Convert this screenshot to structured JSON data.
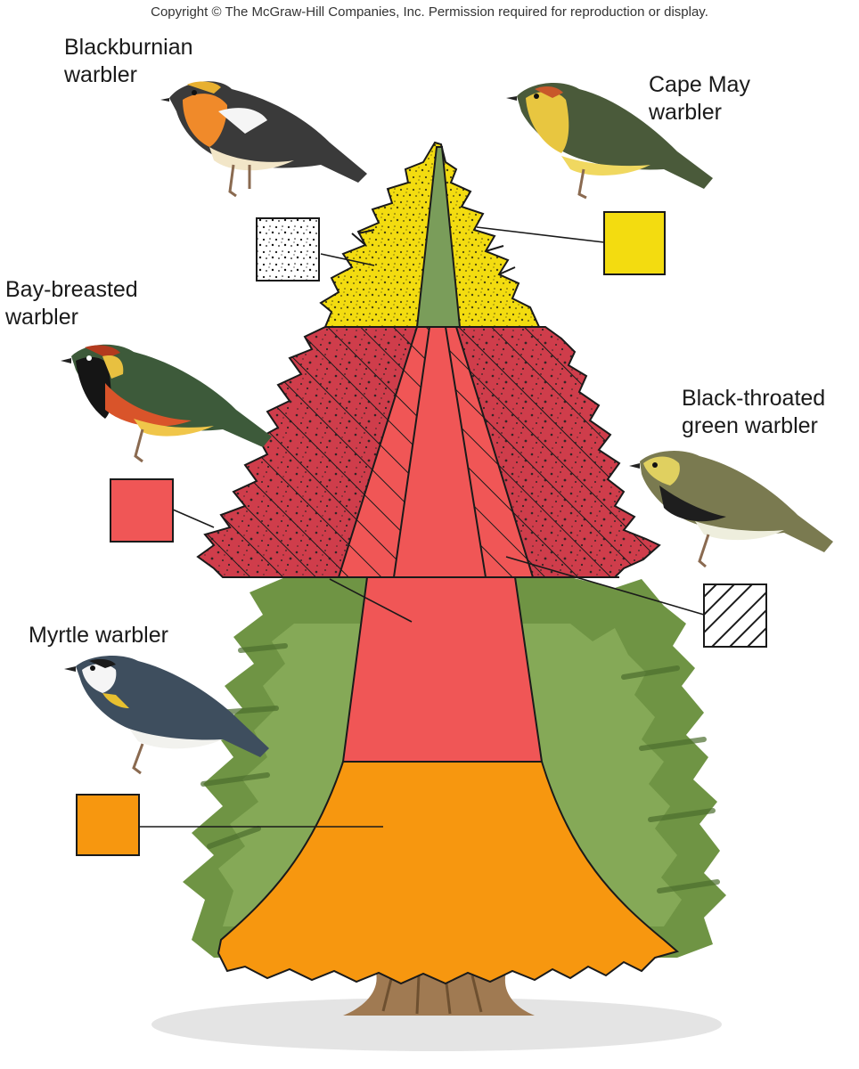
{
  "copyright": "Copyright © The McGraw-Hill Companies, Inc. Permission required for reproduction or display.",
  "birds": {
    "blackburnian": {
      "line1": "Blackburnian",
      "line2": "warbler",
      "icon": "blackburnian-warbler-icon"
    },
    "cape_may": {
      "line1": "Cape May",
      "line2": "warbler",
      "icon": "cape-may-warbler-icon"
    },
    "bay_breasted": {
      "line1": "Bay-breasted",
      "line2": "warbler",
      "icon": "bay-breasted-warbler-icon"
    },
    "black_throated_green": {
      "line1": "Black-throated",
      "line2": "green warbler",
      "icon": "black-throated-green-warbler-icon"
    },
    "myrtle": {
      "line1": "Myrtle warbler",
      "icon": "myrtle-warbler-icon"
    }
  },
  "colors": {
    "cape_may_zone": "#f3dc10",
    "bay_breasted_zone": "#f05656",
    "bay_breasted_canopy": "#cf3d4b",
    "myrtle_zone": "#f7970f",
    "trunk_top": "#7a9d5a",
    "tree_green": "#6f9444",
    "tree_green_dark": "#557a34",
    "swatch_black_throated_green": "#ffffff",
    "swatch_blackburnian": "#ffffff",
    "ground_shadow": "#d9d9d9",
    "root": "#a07a52"
  }
}
